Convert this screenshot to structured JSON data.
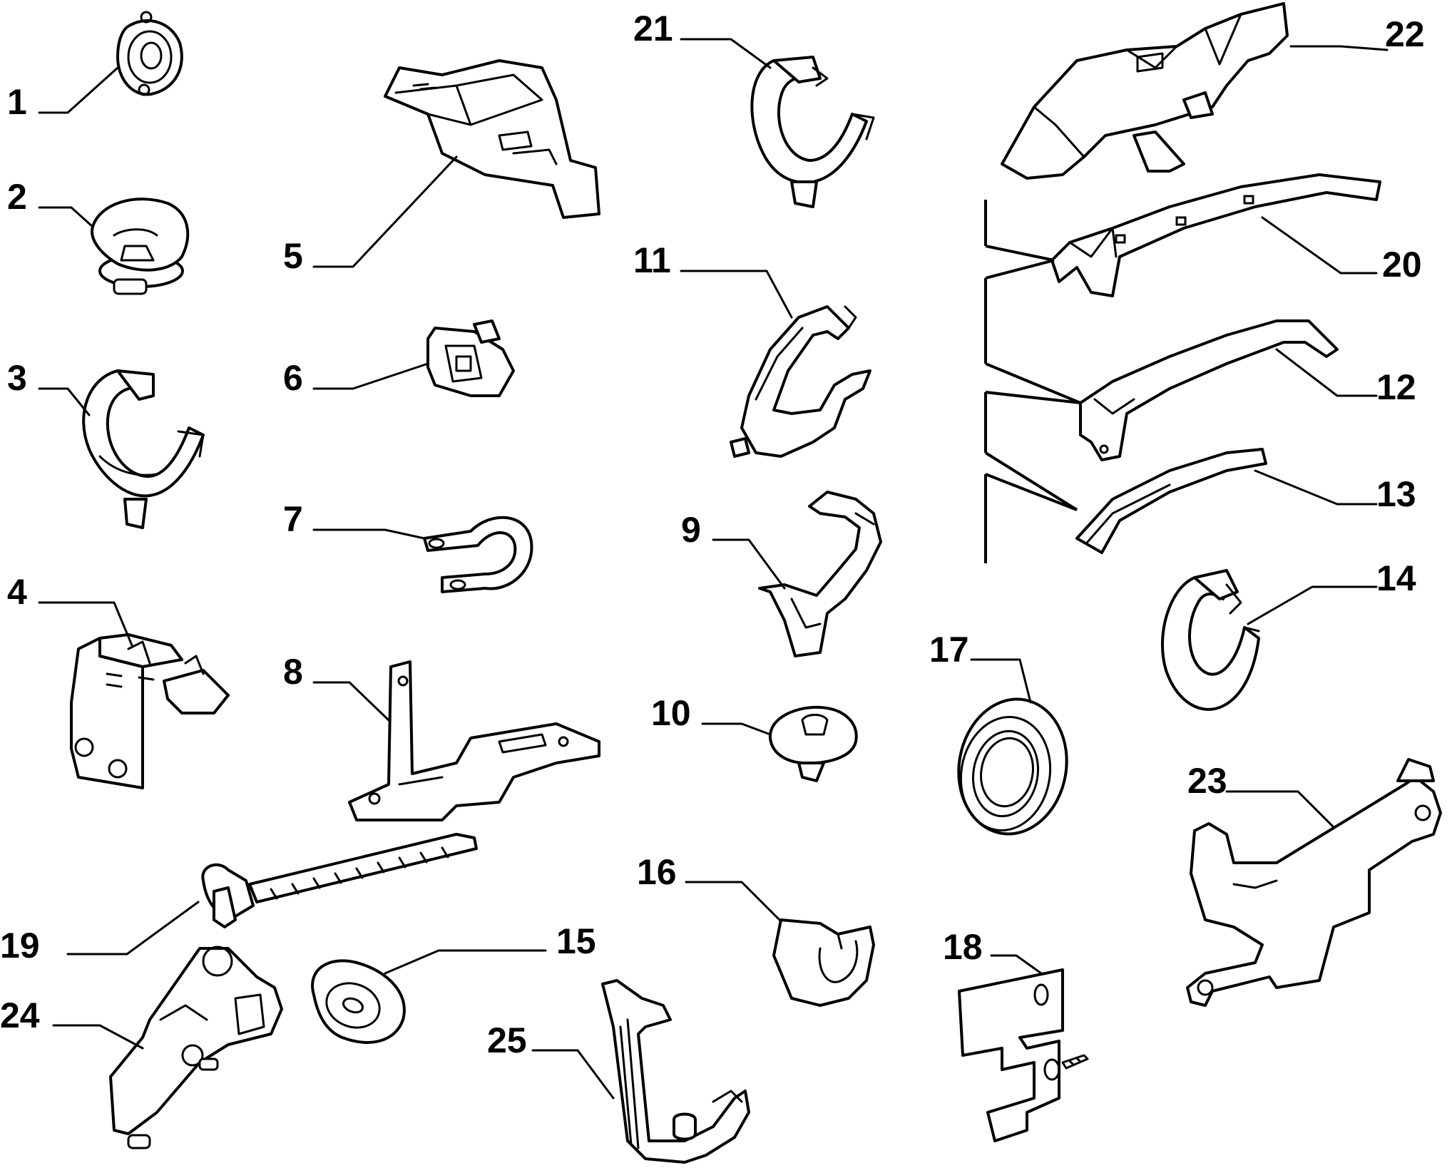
{
  "colors": {
    "background": "#ffffff",
    "ink": "#000000"
  },
  "callouts": {
    "c1": "1",
    "c2": "2",
    "c3": "3",
    "c4": "4",
    "c5": "5",
    "c6": "6",
    "c7": "7",
    "c8": "8",
    "c9": "9",
    "c10": "10",
    "c11": "11",
    "c12": "12",
    "c13": "13",
    "c14": "14",
    "c15": "15",
    "c16": "16",
    "c17": "17",
    "c18": "18",
    "c19": "19",
    "c20": "20",
    "c21": "21",
    "c22": "22",
    "c23": "23",
    "c24": "24",
    "c25": "25"
  }
}
